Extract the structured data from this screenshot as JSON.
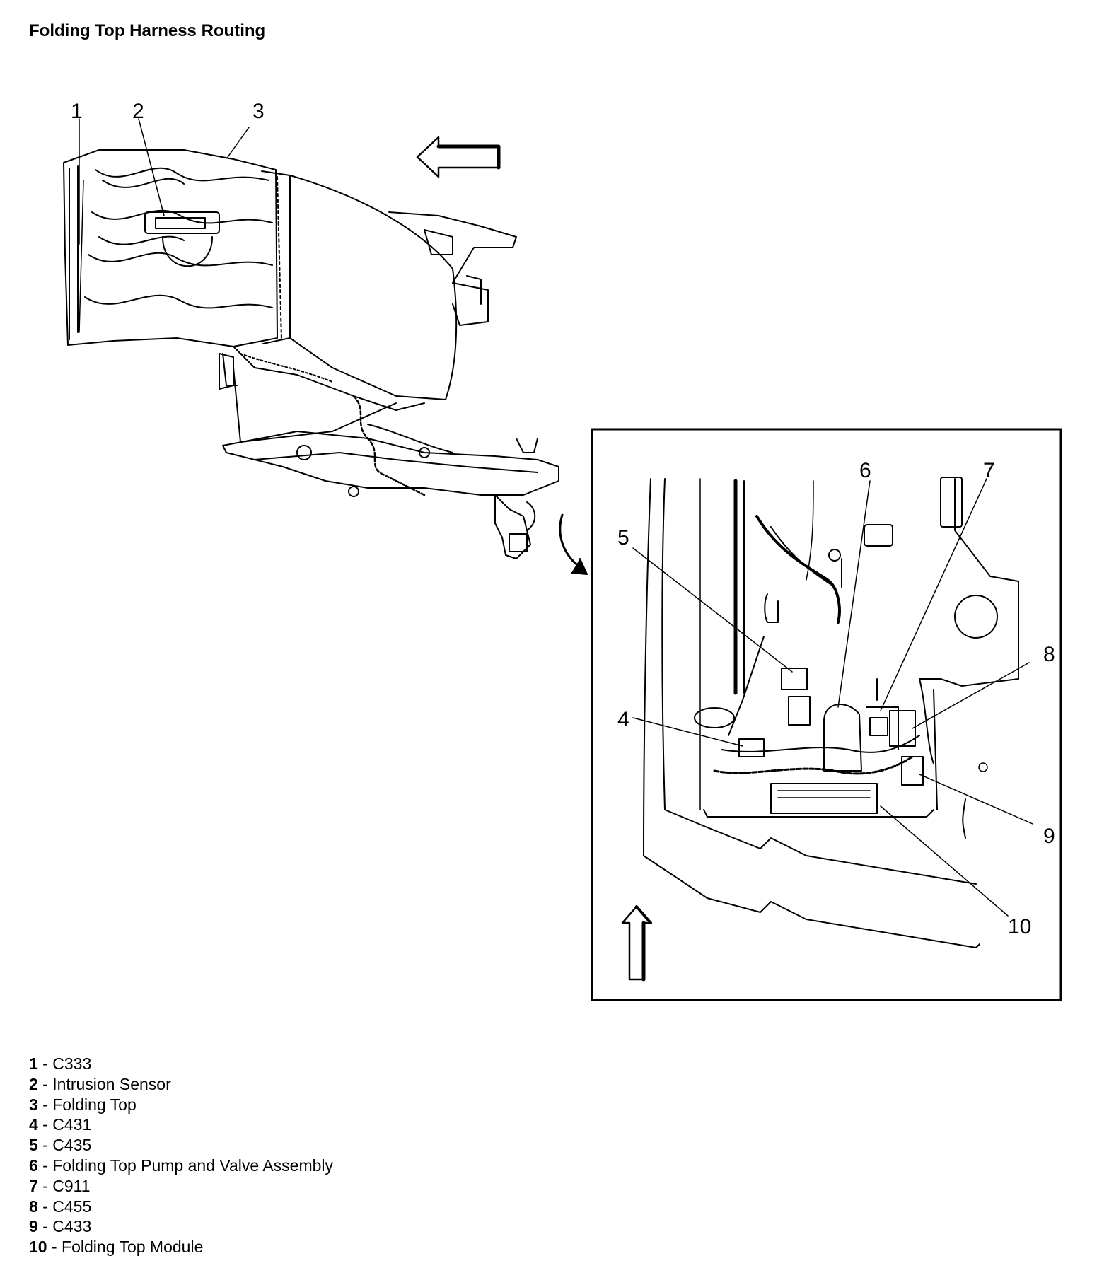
{
  "title": "Folding Top Harness Routing",
  "main_view_callouts": [
    "1",
    "2",
    "3"
  ],
  "detail_view_callouts": [
    "4",
    "5",
    "6",
    "7",
    "8",
    "9",
    "10"
  ],
  "legend": [
    {
      "num": "1",
      "text": "C333"
    },
    {
      "num": "2",
      "text": "Intrusion Sensor"
    },
    {
      "num": "3",
      "text": "Folding Top"
    },
    {
      "num": "4",
      "text": "C431"
    },
    {
      "num": "5",
      "text": "C435"
    },
    {
      "num": "6",
      "text": "Folding Top Pump and Valve Assembly"
    },
    {
      "num": "7",
      "text": "C911"
    },
    {
      "num": "8",
      "text": "C455"
    },
    {
      "num": "9",
      "text": "C433"
    },
    {
      "num": "10",
      "text": "Folding Top Module"
    }
  ],
  "icons": [
    "direction-arrow-icon",
    "curved-arrow-icon",
    "up-arrow-icon"
  ]
}
